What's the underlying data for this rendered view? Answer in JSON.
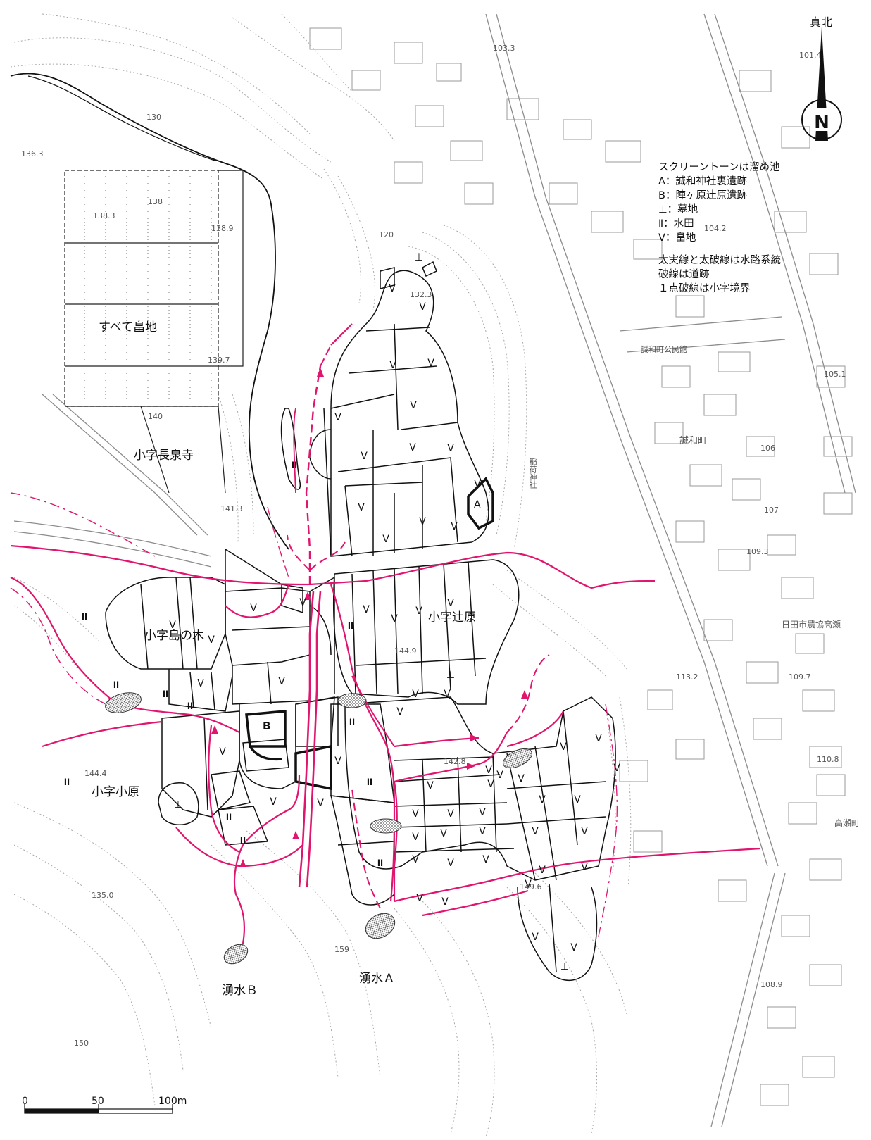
{
  "north": {
    "label": "真北"
  },
  "legend": {
    "lines": [
      "スクリーントーンは溜め池",
      "A：誠和神社裏遺跡",
      "B：陣ヶ原辻原遺跡",
      "⊥：墓地",
      "Ⅱ：水田",
      "V：畠地"
    ],
    "notes": [
      "太実線と太破線は水路系統",
      "破線は道跡",
      "１点破線は小字境界"
    ]
  },
  "places": {
    "all_fields": "すべて畠地",
    "chosenji": "小字長泉寺",
    "shimanoki": "小字島の木",
    "tsujibaru": "小字辻原",
    "kobaru": "小字小原",
    "spring_a": "湧水Ａ",
    "spring_b": "湧水Ｂ",
    "site_a": "A",
    "site_b": "B"
  },
  "base_map": {
    "hall": "誠和町公民館",
    "jinja": "稲荷神社",
    "seiwa": "誠和町",
    "nokyo": "日田市農協高瀬",
    "takase": "高瀬町"
  },
  "scale": {
    "zero": "0",
    "mid": "50",
    "end": "100m"
  },
  "elevations": [
    "136.3",
    "138",
    "138.3",
    "138.9",
    "139.7",
    "140",
    "141.3",
    "144.4",
    "144.9",
    "142.8",
    "149.6",
    "135.0",
    "150",
    "159",
    "130",
    "120",
    "132.3",
    "104.2",
    "106",
    "107",
    "109.3",
    "109.7",
    "110.8",
    "113.2",
    "105.1",
    "108.9",
    "103.3",
    "101.4"
  ],
  "colors": {
    "water": "#e0156e",
    "line": "#111111",
    "base": "#9a9a9a",
    "tone": "#888888"
  }
}
